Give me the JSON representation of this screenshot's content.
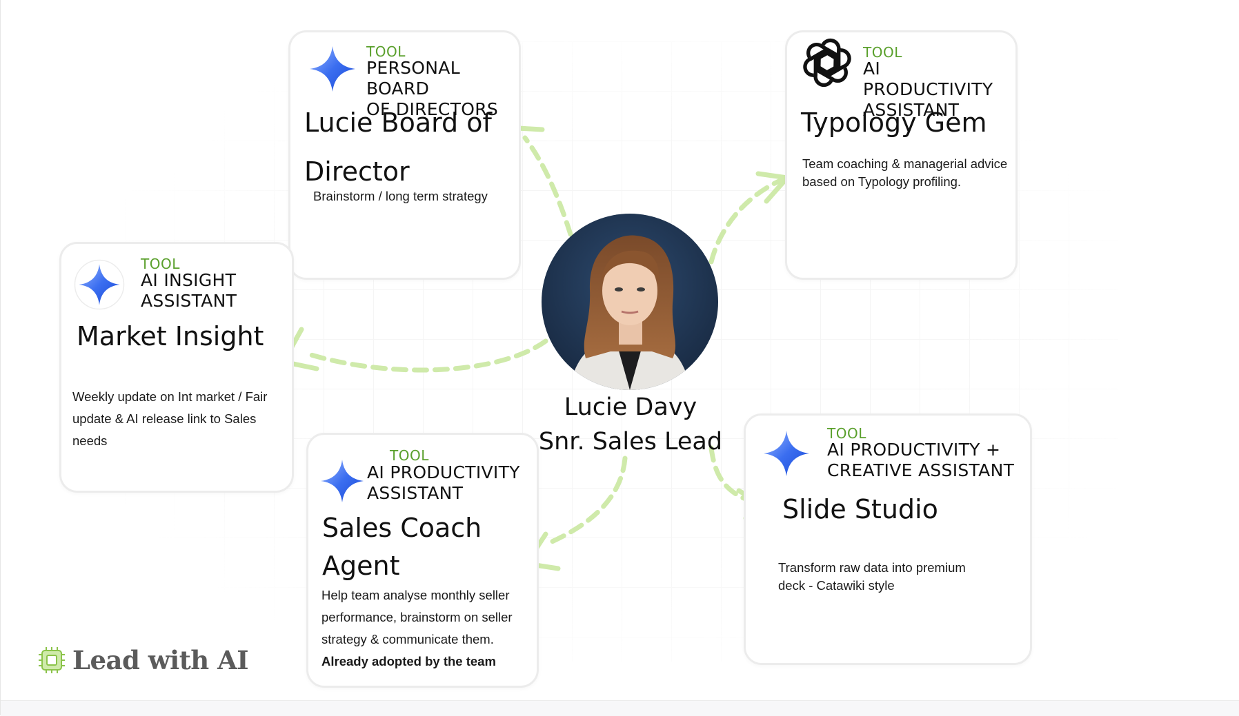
{
  "colors": {
    "accent_green": "#5aa02c",
    "arrow_green": "#cfeaaa",
    "card_border": "#ececec",
    "gemini_blue": "#3b6ef0"
  },
  "center": {
    "name": "Lucie Davy",
    "role": "Snr. Sales Lead",
    "photo_icon": "portrait-photo"
  },
  "cards": {
    "board": {
      "icon": "gemini-sparkle-icon",
      "tag": "TOOL",
      "category_line1": "PERSONAL BOARD",
      "category_line2": "OF DIRECTORS",
      "title_line1": "Lucie Board of",
      "title_line2": "Director",
      "desc": "Brainstorm / long term strategy"
    },
    "typology": {
      "icon": "openai-logo-icon",
      "tag": "TOOL",
      "category_line1": "AI PRODUCTIVITY",
      "category_line2": "ASSISTANT",
      "title_line1": "Typology Gem",
      "desc_line1": "Team coaching & managerial advice",
      "desc_line2": "based on Typology profiling."
    },
    "market": {
      "icon": "gemini-sparkle-icon",
      "tag": "TOOL",
      "category_line1": "AI INSIGHT",
      "category_line2": "ASSISTANT",
      "title_line1": "Market Insight",
      "desc_line1": "Weekly update on Int market / Fair",
      "desc_line2": "update & AI release link to Sales",
      "desc_line3": "needs"
    },
    "coach": {
      "icon": "gemini-sparkle-icon",
      "tag": "TOOL",
      "category_line1": "AI PRODUCTIVITY",
      "category_line2": "ASSISTANT",
      "title_line1": "Sales Coach",
      "title_line2": "Agent",
      "desc_line1": "Help  team analyse  monthly seller",
      "desc_line2": "performance, brainstorm on seller",
      "desc_line3": "strategy & communicate them.",
      "desc_bold": "Already adopted by the team"
    },
    "slide": {
      "icon": "gemini-sparkle-icon",
      "tag": "TOOL",
      "category_line1": "AI PRODUCTIVITY +",
      "category_line2": "CREATIVE ASSISTANT",
      "title_line1": "Slide Studio",
      "desc_line1": "Transform raw data into premium",
      "desc_line2": "deck - Catawiki style"
    }
  },
  "logo": {
    "icon": "chip-icon",
    "text": "Lead with AI"
  }
}
